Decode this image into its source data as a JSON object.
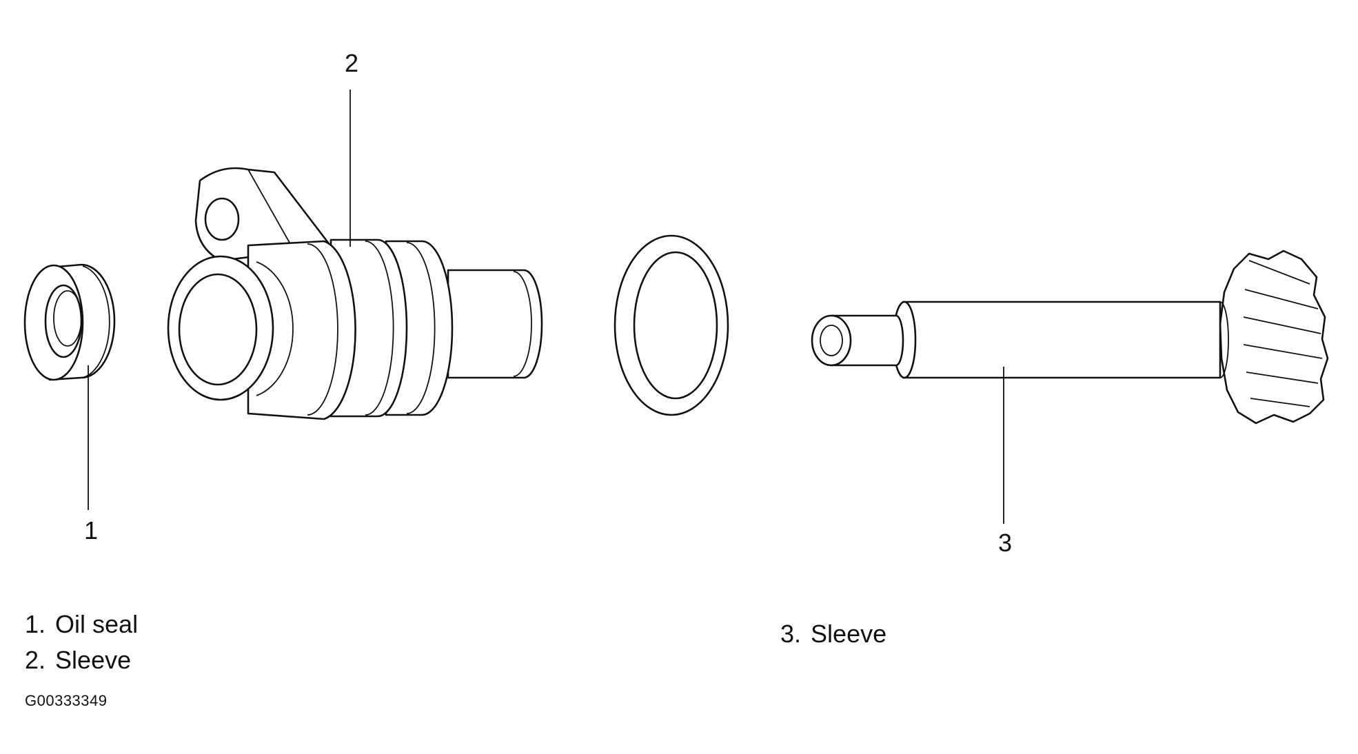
{
  "callouts": [
    "1",
    "2",
    "3"
  ],
  "legend": {
    "left": [
      {
        "number": "1.",
        "label": "Oil seal"
      },
      {
        "number": "2.",
        "label": "Sleeve"
      }
    ],
    "right": [
      {
        "number": "3.",
        "label": "Sleeve"
      }
    ]
  },
  "figure_id": "G00333349"
}
